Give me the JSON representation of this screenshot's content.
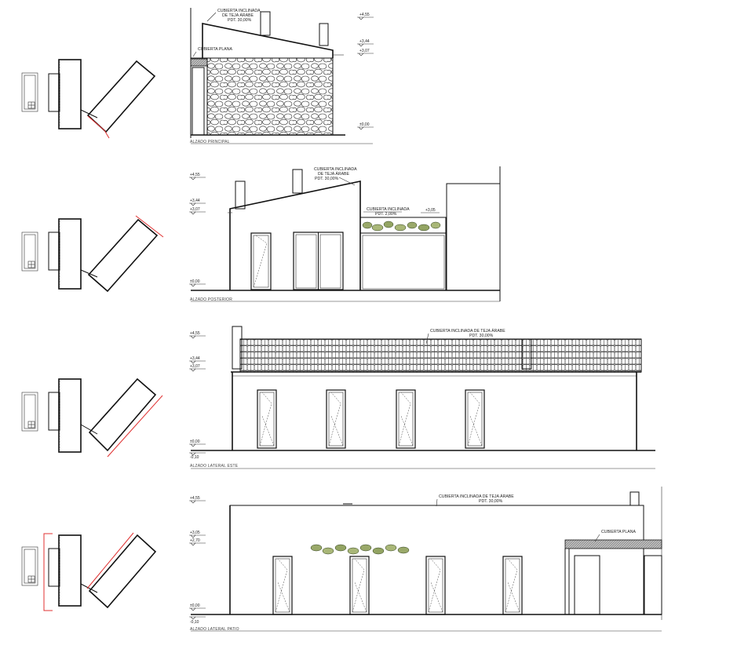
{
  "drawing": {
    "elevations": [
      {
        "title": "ALZADO PRINCIPAL",
        "annotations": [
          "CUBIERTA INCLINADA",
          "DE TEJA ÁRABE",
          "PDT. 30,00%",
          "CUBIERTA PLANA"
        ],
        "levels": [
          "+4,55",
          "+3,44",
          "+3,07",
          "±0,00"
        ]
      },
      {
        "title": "ALZADO POSTERIOR",
        "annotations": [
          "CUBIERTA INCLINADA",
          "DE TEJA ÁRABE",
          "PDT. 30,00%",
          "CUBIERTA INCLINADA",
          "PDT. 2,00%",
          "+3,05"
        ],
        "levels": [
          "+4,55",
          "+3,44",
          "+3,07",
          "±0,00"
        ]
      },
      {
        "title": "ALZADO LATERAL ESTE",
        "annotations": [
          "CUBIERTA INCLINADA DE TEJA ÁRABE",
          "PDT. 30,00%"
        ],
        "levels": [
          "+4,55",
          "+3,44",
          "+3,07",
          "±0,00",
          "-0,10"
        ]
      },
      {
        "title": "ALZADO LATERAL PATIO",
        "annotations": [
          "CUBIERTA INCLINADA DE TEJA ÁRABE",
          "PDT. 30,00%",
          "CUBIERTA PLANA"
        ],
        "levels": [
          "+4,55",
          "+3,05",
          "+2,70",
          "±0,00",
          "-0,10"
        ]
      }
    ]
  }
}
